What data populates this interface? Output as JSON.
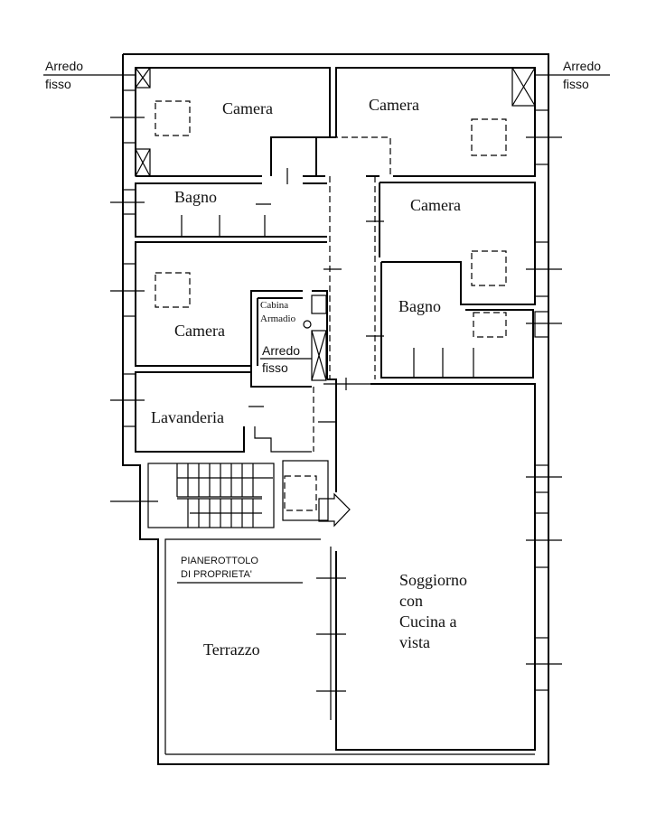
{
  "plan": {
    "labels": {
      "arredo_fisso_left": [
        "Arredo",
        "fisso"
      ],
      "arredo_fisso_right": [
        "Arredo",
        "fisso"
      ],
      "camera_top_left": "Camera",
      "camera_top_right": "Camera",
      "bagno_left": "Bagno",
      "camera_right": "Camera",
      "camera_mid_left": "Camera",
      "bagno_right": "Bagno",
      "cabina_armadio": [
        "Cabina",
        "Armadio"
      ],
      "arredo_fisso_mid": [
        "Arredo",
        "fisso"
      ],
      "lavanderia": "Lavanderia",
      "pianerottolo": [
        "PIANEROTTOLO",
        "DI PROPRIETA'"
      ],
      "terrazzo": "Terrazzo",
      "soggiorno": [
        "Soggiorno",
        "con",
        "Cucina a",
        "vista"
      ]
    }
  }
}
